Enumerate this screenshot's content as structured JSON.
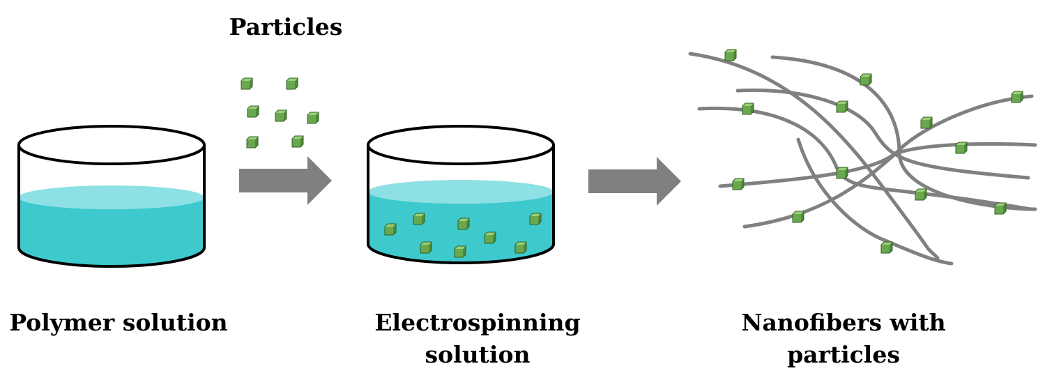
{
  "labels": {
    "particles": "Particles",
    "polymer_solution": "Polymer solution",
    "electrospinning_line1": "Electrospinning",
    "electrospinning_line2": "solution",
    "nanofibers_line1": "Nanofibers with",
    "nanofibers_line2": "particles"
  },
  "colors": {
    "liquid": "#3ec9cd",
    "liquid_surface": "#8de0e3",
    "outline": "#000000",
    "arrow": "#808080",
    "fiber": "#808080",
    "particle": "#6aa84f",
    "particle_edge": "#2f5f20"
  },
  "icons": {
    "container": "beaker-icon",
    "arrow": "right-arrow-icon",
    "particle": "cube-icon"
  }
}
